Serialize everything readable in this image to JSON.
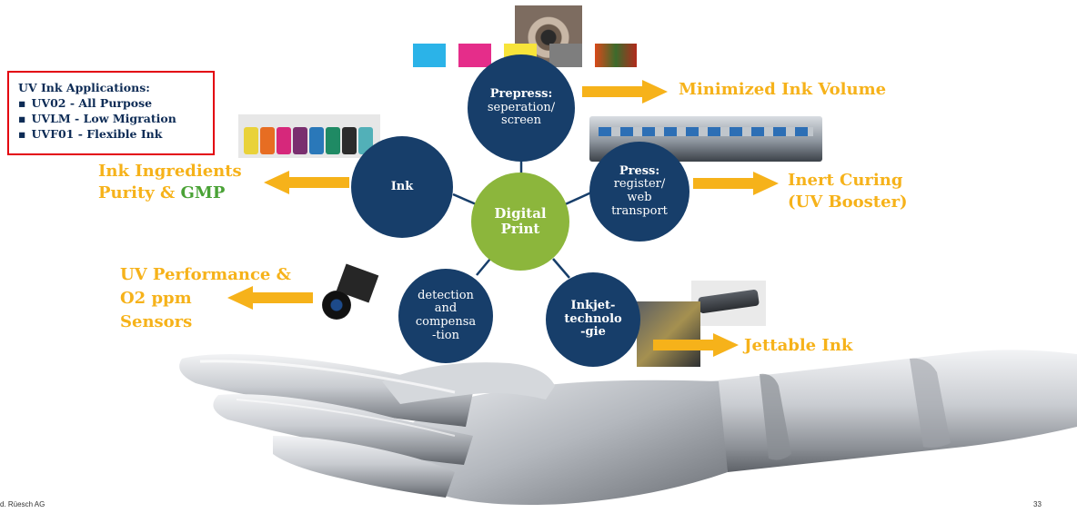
{
  "applications": {
    "title": "UV Ink Applications:",
    "items": [
      "UV02 -   All Purpose",
      "UVLM - Low Migration",
      "UVF01 - Flexible Ink"
    ]
  },
  "center": {
    "line1": "Digital",
    "line2": "Print"
  },
  "nodes": {
    "prepress": {
      "title": "Prepress:",
      "line1": "seperation/",
      "line2": "screen"
    },
    "press": {
      "title": "Press:",
      "line1": "register/",
      "line2": "web",
      "line3": "transport"
    },
    "inkjet": {
      "line1": "Inkjet-",
      "line2": "technolo",
      "line3": "-gie"
    },
    "detection": {
      "line1": "detection",
      "line2": "and",
      "line3": "compensa",
      "line4": "-tion"
    },
    "ink": {
      "title": "Ink"
    }
  },
  "outcomes": {
    "minimized": "Minimized Ink Volume",
    "inert1": "Inert Curing",
    "inert2": "(UV Booster)",
    "jettable": "Jettable Ink",
    "ingredients1": "Ink Ingredients",
    "ingredients2a": "Purity & ",
    "ingredients2b": "GMP",
    "sensors1": "UV Performance &",
    "sensors2": "O2 ppm",
    "sensors3": "Sensors"
  },
  "footer": {
    "company": "d. Rüesch AG",
    "page": "33"
  },
  "colors": {
    "navy": "#173e6a",
    "green": "#8cb63c",
    "orange": "#f6b21a",
    "red": "#e3000f"
  }
}
